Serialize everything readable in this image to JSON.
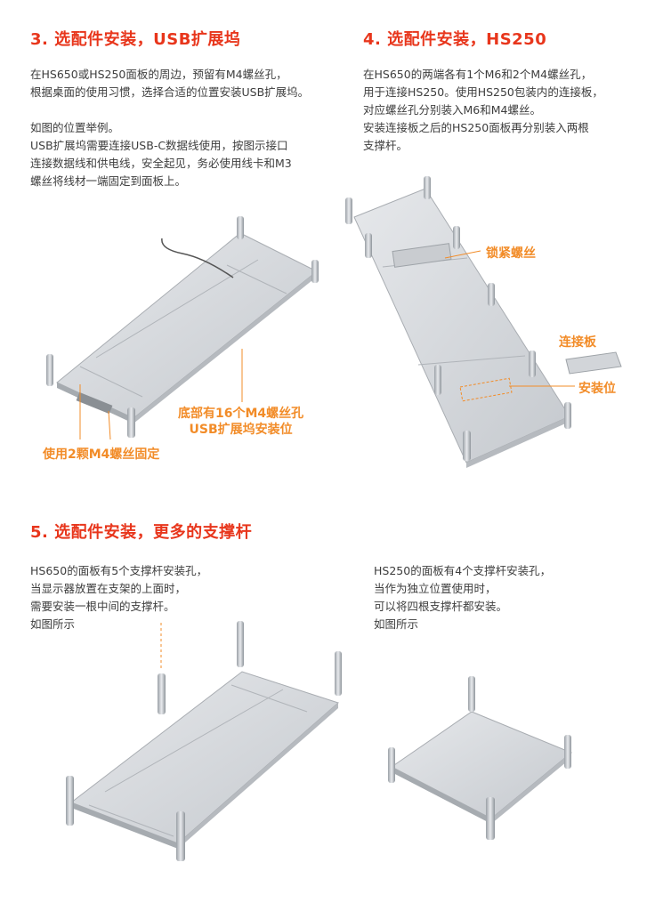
{
  "sec3": {
    "title": "3. 选配件安装，USB扩展坞",
    "lines": [
      "在HS650或HS250面板的周边，预留有M4螺丝孔，",
      "根据桌面的使用习惯，选择合适的位置安装USB扩展坞。",
      "",
      "如图的位置举例。",
      "USB扩展坞需要连接USB-C数据线使用，按图示接口",
      "连接数据线和供电线，安全起见，务必使用线卡和M3",
      "螺丝将线材一端固定到面板上。"
    ],
    "callout_bottom_1": "底部有16个M4螺丝孔",
    "callout_bottom_2": "USB扩展坞安装位",
    "callout_screws": "使用2颗M4螺丝固定"
  },
  "sec4": {
    "title": "4. 选配件安装，HS250",
    "lines": [
      "在HS650的两端各有1个M6和2个M4螺丝孔，",
      "用于连接HS250。使用HS250包装内的连接板，",
      "对应螺丝孔分别装入M6和M4螺丝。",
      "安装连接板之后的HS250面板再分别装入两根",
      "支撑杆。"
    ],
    "callout_lock": "锁紧螺丝",
    "callout_plate": "连接板",
    "callout_pos": "安装位"
  },
  "sec5": {
    "title": "5. 选配件安装，更多的支撑杆",
    "left_lines": [
      "HS650的面板有5个支撑杆安装孔，",
      "当显示器放置在支架的上面时，",
      "需要安装一根中间的支撑杆。",
      "如图所示"
    ],
    "right_lines": [
      "HS250的面板有4个支撑杆安装孔，",
      "当作为独立位置使用时，",
      "可以将四根支撑杆都安装。",
      "如图所示"
    ]
  },
  "colors": {
    "heading": "#e8361c",
    "callout": "#f28c28",
    "panel": "#d4d7db",
    "leg": "#b8bcc1"
  }
}
